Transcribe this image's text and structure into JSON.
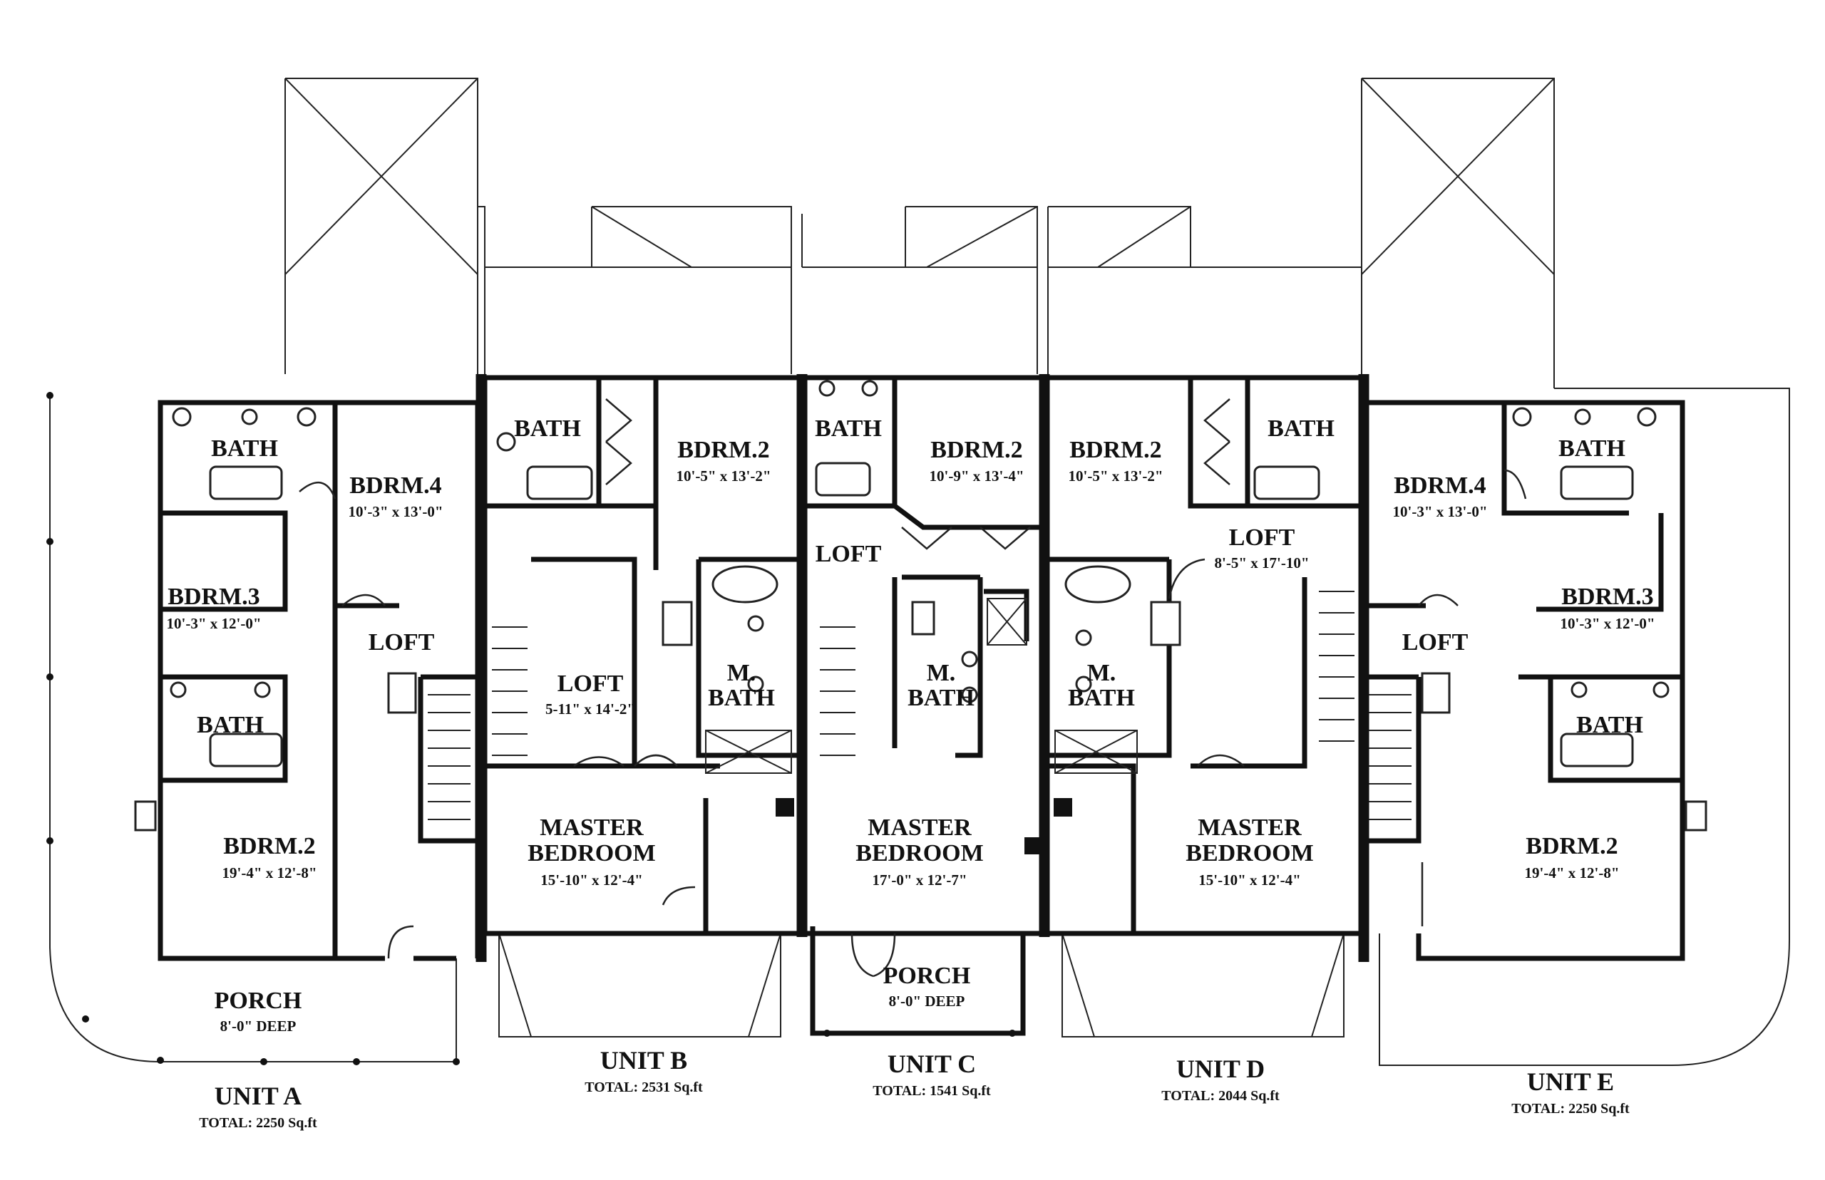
{
  "units": [
    {
      "key": "a",
      "name": "UNIT A",
      "total": "TOTAL: 2250 Sq.ft",
      "rooms": [
        {
          "key": "bath-upper",
          "label": "BATH"
        },
        {
          "key": "bdrm4",
          "label": "BDRM.4",
          "dims": "10'-3\" x 13'-0\""
        },
        {
          "key": "bdrm3",
          "label": "BDRM.3",
          "dims": "10'-3\" x 12'-0\""
        },
        {
          "key": "loft",
          "label": "LOFT"
        },
        {
          "key": "bath-lower",
          "label": "BATH"
        },
        {
          "key": "bdrm2",
          "label": "BDRM.2",
          "dims": "19'-4\" x 12'-8\""
        },
        {
          "key": "porch",
          "label": "PORCH",
          "dims": "8'-0\" DEEP"
        }
      ]
    },
    {
      "key": "b",
      "name": "UNIT B",
      "total": "TOTAL: 2531 Sq.ft",
      "rooms": [
        {
          "key": "bath",
          "label": "BATH"
        },
        {
          "key": "bdrm2",
          "label": "BDRM.2",
          "dims": "10'-5\" x 13'-2\""
        },
        {
          "key": "loft",
          "label": "LOFT",
          "dims": "5-11\" x 14'-2\""
        },
        {
          "key": "mbath",
          "label": "M.",
          "label2": "BATH"
        },
        {
          "key": "master",
          "label": "MASTER",
          "label2": "BEDROOM",
          "dims": "15'-10\" x 12'-4\""
        }
      ]
    },
    {
      "key": "c",
      "name": "UNIT C",
      "total": "TOTAL: 1541 Sq.ft",
      "rooms": [
        {
          "key": "bath",
          "label": "BATH"
        },
        {
          "key": "bdrm2",
          "label": "BDRM.2",
          "dims": "10'-9\" x 13'-4\""
        },
        {
          "key": "loft",
          "label": "LOFT"
        },
        {
          "key": "mbath",
          "label": "M.",
          "label2": "BATH"
        },
        {
          "key": "master",
          "label": "MASTER",
          "label2": "BEDROOM",
          "dims": "17'-0\" x 12'-7\""
        },
        {
          "key": "porch",
          "label": "PORCH",
          "dims": "8'-0\" DEEP"
        }
      ]
    },
    {
      "key": "d",
      "name": "UNIT D",
      "total": "TOTAL: 2044 Sq.ft",
      "rooms": [
        {
          "key": "bdrm2",
          "label": "BDRM.2",
          "dims": "10'-5\" x 13'-2\""
        },
        {
          "key": "bath",
          "label": "BATH"
        },
        {
          "key": "loft",
          "label": "LOFT",
          "dims": "8'-5\" x 17'-10\""
        },
        {
          "key": "mbath",
          "label": "M.",
          "label2": "BATH"
        },
        {
          "key": "master",
          "label": "MASTER",
          "label2": "BEDROOM",
          "dims": "15'-10\" x 12'-4\""
        }
      ]
    },
    {
      "key": "e",
      "name": "UNIT E",
      "total": "TOTAL: 2250 Sq.ft",
      "rooms": [
        {
          "key": "bdrm4",
          "label": "BDRM.4",
          "dims": "10'-3\" x 13'-0\""
        },
        {
          "key": "bath-upper",
          "label": "BATH"
        },
        {
          "key": "bdrm3",
          "label": "BDRM.3",
          "dims": "10'-3\" x 12'-0\""
        },
        {
          "key": "loft",
          "label": "LOFT"
        },
        {
          "key": "bath-lower",
          "label": "BATH"
        },
        {
          "key": "bdrm2",
          "label": "BDRM.2",
          "dims": "19'-4\" x 12'-8\""
        }
      ]
    }
  ]
}
